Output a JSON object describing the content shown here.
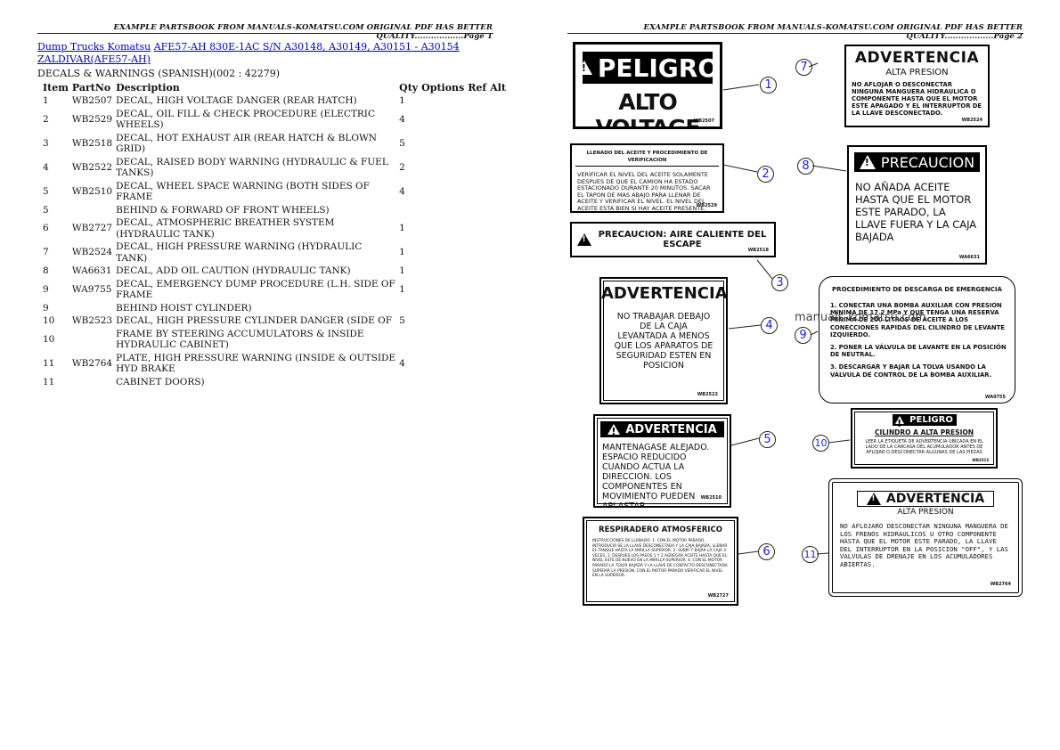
{
  "header": {
    "left": "EXAMPLE PARTSBOOK FROM MANUALS-KOMATSU.COM ORIGINAL PDF HAS BETTER QUALITY..................Page 1",
    "right": "EXAMPLE PARTSBOOK FROM MANUALS-KOMATSU.COM ORIGINAL PDF HAS BETTER QUALITY..................Page 2"
  },
  "breadcrumb": {
    "link1": "Dump Trucks Komatsu",
    "link2": "AFE57-AH 830E-1AC S/N A30148, A30149, A30151 - A30154",
    "link3": "ZALDIVAR(AFE57-AH)"
  },
  "section_title": "DECALS & WARNINGS (SPANISH)(002 : 42279)",
  "table": {
    "headers": {
      "item": "Item",
      "part": "PartNo",
      "desc": "Description",
      "qty": "Qty",
      "options": "Options",
      "ref": "Ref",
      "alt": "Alt"
    },
    "rows": [
      {
        "item": "1",
        "part": "WB2507",
        "desc": "DECAL, HIGH VOLTAGE DANGER (REAR HATCH)",
        "qty": "1"
      },
      {
        "item": "2",
        "part": "WB2529",
        "desc": "DECAL, OIL FILL & CHECK PROCEDURE (ELECTRIC WHEELS)",
        "qty": "4"
      },
      {
        "item": "3",
        "part": "WB2518",
        "desc": "DECAL, HOT EXHAUST AIR (REAR HATCH & BLOWN GRID)",
        "qty": "5"
      },
      {
        "item": "4",
        "part": "WB2522",
        "desc": "DECAL, RAISED BODY WARNING (HYDRAULIC & FUEL TANKS)",
        "qty": "2"
      },
      {
        "item": "5",
        "part": "WB2510",
        "desc": "DECAL, WHEEL SPACE WARNING (BOTH SIDES OF FRAME",
        "qty": "4"
      },
      {
        "item": "5",
        "part": "",
        "desc": "BEHIND & FORWARD OF FRONT WHEELS)",
        "qty": ""
      },
      {
        "item": "6",
        "part": "WB2727",
        "desc": "DECAL, ATMOSPHERIC BREATHER SYSTEM (HYDRAULIC TANK)",
        "qty": "1"
      },
      {
        "item": "7",
        "part": "WB2524",
        "desc": "DECAL, HIGH PRESSURE WARNING (HYDRAULIC TANK)",
        "qty": "1"
      },
      {
        "item": "8",
        "part": "WA6631",
        "desc": "DECAL, ADD OIL CAUTION (HYDRAULIC TANK)",
        "qty": "1"
      },
      {
        "item": "9",
        "part": "WA9755",
        "desc": "DECAL, EMERGENCY DUMP PROCEDURE (L.H. SIDE OF FRAME",
        "qty": "1"
      },
      {
        "item": "9",
        "part": "",
        "desc": "BEHIND HOIST CYLINDER)",
        "qty": ""
      },
      {
        "item": "10",
        "part": "WB2523",
        "desc": "DECAL, HIGH PRESSURE CYLINDER DANGER (SIDE OF",
        "qty": "5"
      },
      {
        "item": "10",
        "part": "",
        "desc": "FRAME BY STEERING ACCUMULATORS & INSIDE HYDRAULIC CABINET)",
        "qty": ""
      },
      {
        "item": "11",
        "part": "WB2764",
        "desc": "PLATE, HIGH PRESSURE WARNING (INSIDE & OUTSIDE HYD BRAKE",
        "qty": "4"
      },
      {
        "item": "11",
        "part": "",
        "desc": "CABINET DOORS)",
        "qty": ""
      }
    ]
  },
  "diagram": {
    "watermark": "manuals-komatsu.com",
    "callouts": [
      "1",
      "2",
      "3",
      "4",
      "5",
      "6",
      "7",
      "8",
      "9",
      "10",
      "11"
    ],
    "decal1": {
      "title": "PELIGRO",
      "body": "ALTO VOLTAGE",
      "code": "WB2507"
    },
    "decal2": {
      "title": "LLENADO DEL ACEITE Y PROCEDIMIENTO DE VERIFICACION",
      "body": "VERIFICAR EL NIVEL DEL ACEITE SOLAMENTE DESPUES DE QUE EL CAMION HA ESTADO ESTACIONADO DURANTE 20 MINUTOS. SACAR EL TAPON DE MAS ABAJO PARA LLENAR DE ACEITE Y VERIFICAR EL NIVEL. EL NIVEL DEL ACEITE ESTA BIEN SI HAY ACEITE PRESENTE.",
      "code": "WB2529"
    },
    "decal3": {
      "title": "PRECAUCION: AIRE CALIENTE DEL ESCAPE",
      "code": "WB2518"
    },
    "decal4": {
      "title": "ADVERTENCIA",
      "body": "NO TRABAJAR DEBAJO DE LA CAJA LEVANTADA A MENOS QUE LOS APARATOS DE SEGURIDAD ESTEN EN POSICION",
      "code": "WB2522"
    },
    "decal5": {
      "title": "ADVERTENCIA",
      "body": "MANTENAGASE ALEJADO. ESPACIO REDUCIDO CUANDO ACTUA LA DIRECCION. LOS COMPONENTES EN MOVIMIENTO PUEDEN APLASTAR.",
      "code": "WB2510"
    },
    "decal6": {
      "title": "RESPIRADERO ATMOSFERICO",
      "body": "INSTRUCCIONES DE LLENADO: 1. CON EL MOTOR PARADO, INTRODUCIR SE LA LLAVE DESCONECTADA Y LA CAJA BAJADA, LLENAR EL TANQUE HASTA LA MIRILLA SUPERIOR. 2. SUBIR Y BAJAR LA CAJA 3 VECES. 3. DESPUES LOS PASOS 1 Y 2 AGREGAR ACEITE HASTA QUE EL NIVEL ESTE DE NUEVO EN LA MIRILLA SUPERIOR. 4. CON EL MOTOR PARADO LA TOLVA BAJADA Y LA LLAVE DE CONTACTO DESCONECTADA SUPERAR LA PRESION. CON EL MOTOR PARADO VERIFICAR EL NIVEL EN LA SUPERIOR.",
      "code": "WB2727"
    },
    "decal7": {
      "title": "ADVERTENCIA",
      "subtitle": "ALTA PRESION",
      "body": "NO AFLOJAR O DESCONECTAR NINGUNA MANGUERA HIDRAULICA O COMPONENTE HASTA QUE EL MOTOR ESTE APAGADO Y EL INTERRUPTOR DE LA LLAVE DESCONECTADO.",
      "code": "WB2524"
    },
    "decal8": {
      "title": "PRECAUCION",
      "body": "NO AÑADA ACEITE HASTA QUE EL MOTOR ESTE PARADO, LA LLAVE FUERA Y LA CAJA BAJADA",
      "code": "WA6631"
    },
    "decal9": {
      "title": "PROCEDIMIENTO DE DESCARGA DE EMERGENCIA",
      "step1": "1. CONECTAR UNA BOMBA AUXILIAR CON PRESION MINIMA DE 17.2 MPa Y QUE TENGA UNA RESERVA MINIMA DE 200 LITROS DE ACEITE A LOS CONECCIONES RAPIDAS DEL CILINDRO DE LEVANTE IZQUIERDO.",
      "step2": "2. PONER LA VÁLVULA DE LAVANTE EN LA POSICIÓN DE NEUTRAL.",
      "step3": "3. DESCARGAR Y BAJAR LA TOLVA USANDO LA VÁLVULA DE CONTROL DE LA BOMBA AUXILIAR.",
      "code": "WA9755"
    },
    "decal10": {
      "title": "PELIGRO",
      "subtitle": "CILINDRO A ALTA PRESION",
      "body": "LEER LA ETIQUETA DE ADVERTENCIA UBICADA EN EL LADO DE LA CARCASA DEL ACUMULADOR ANTES DE AFLOJAR O DESCONECTAR ALGUNAS DE LAS PIEZAS",
      "code": "WB2523"
    },
    "decal11": {
      "title": "ADVERTENCIA",
      "subtitle": "ALTA PRESION",
      "body": "NO AFLOJARO DESCONECTAR NINGUNA MANGUERA DE LOS FRENOS HIDRAULICOS U OTRO COMPONENTE HASTA QUE EL MOTOR ESTE PARADO, LA LLAVE DEL INTERRUPTOR EN LA POSICION \"OFF\", Y LAS VALVULAS DE DRENAJE EN LOS ACUMULADORES ABIERTAS.",
      "code": "WB2764"
    }
  }
}
